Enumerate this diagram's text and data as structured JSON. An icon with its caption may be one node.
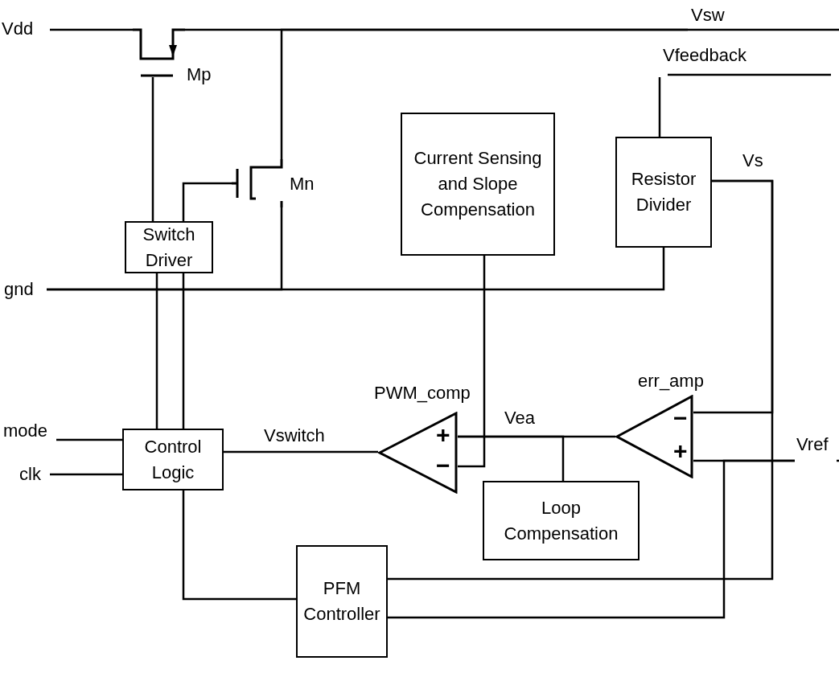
{
  "diagram": {
    "nodes": [
      {
        "text": [
          "Vdd"
        ]
      },
      {
        "text": [],
        "shape": "transistor",
        "beside": [
          "Mp"
        ]
      },
      {
        "text": [
          "Vsw"
        ]
      },
      {
        "text": [],
        "shape": "transistor",
        "beside": [
          "Mn"
        ]
      },
      {
        "text": [
          "Switch Driver"
        ]
      },
      {
        "text": [
          "gnd"
        ]
      },
      {
        "text": [
          "Current Sensing and Slope Compensation"
        ]
      },
      {
        "text": [
          "Vfeedback"
        ]
      },
      {
        "text": [
          "Resistor Divider"
        ]
      },
      {
        "text": [
          "+",
          "−"
        ],
        "beside": [
          "PWM_comp"
        ]
      },
      {
        "text": [
          "−",
          "+"
        ],
        "beside": [
          "err_amp"
        ]
      },
      {
        "text": [
          "mode"
        ]
      },
      {
        "text": [
          "clk"
        ]
      },
      {
        "text": [
          "Control Logic"
        ]
      },
      {
        "text": [
          "Vref"
        ]
      },
      {
        "text": [
          "Loop Compensation"
        ]
      },
      {
        "text": [
          "PFM Controller"
        ]
      }
    ],
    "edges": [
      {
        "from": 0,
        "to": 1,
        "arrow": "none"
      },
      {
        "from": 1,
        "to": 2,
        "arrow": "none"
      },
      {
        "from": 3,
        "to": 2,
        "arrow": "none"
      },
      {
        "from": 3,
        "to": 5,
        "arrow": "none"
      },
      {
        "from": 4,
        "to": 1,
        "arrow": "none"
      },
      {
        "from": 4,
        "to": 3,
        "arrow": "none"
      },
      {
        "from": 13,
        "to": 4,
        "arrow": "none"
      },
      {
        "from": 13,
        "to": 4,
        "arrow": "none"
      },
      {
        "from": 5,
        "to": 8,
        "arrow": "none"
      },
      {
        "from": 7,
        "to": 8,
        "arrow": "none"
      },
      {
        "from": 8,
        "to": 10,
        "arrow": "none",
        "label": "Vs"
      },
      {
        "from": 8,
        "to": 16,
        "arrow": "none"
      },
      {
        "from": 14,
        "to": 10,
        "arrow": "none"
      },
      {
        "from": 14,
        "to": 16,
        "arrow": "none"
      },
      {
        "from": 10,
        "to": 9,
        "arrow": "none",
        "label": "Vea"
      },
      {
        "from": 15,
        "to": 9,
        "arrow": "none"
      },
      {
        "from": 6,
        "to": 9,
        "arrow": "none"
      },
      {
        "from": 9,
        "to": 13,
        "arrow": "none",
        "label": "Vswitch"
      },
      {
        "from": 11,
        "to": 13,
        "arrow": "none"
      },
      {
        "from": 12,
        "to": 13,
        "arrow": "none"
      },
      {
        "from": 13,
        "to": 16,
        "arrow": "none"
      }
    ]
  }
}
